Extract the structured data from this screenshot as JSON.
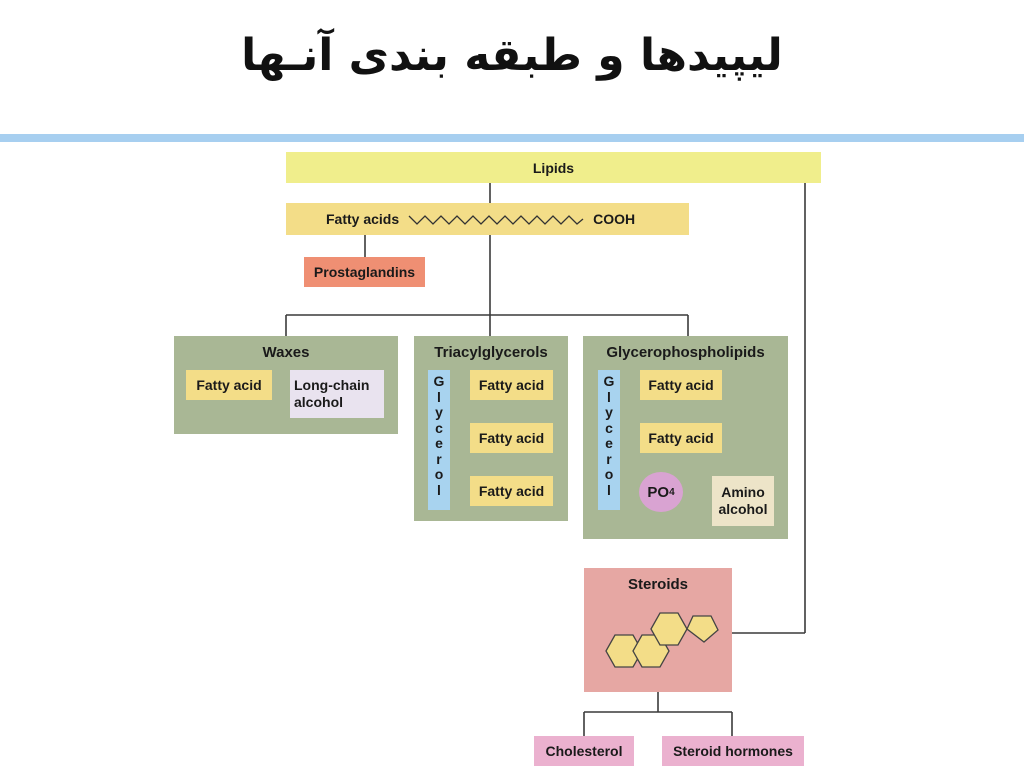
{
  "slide": {
    "title": "لیپیدها و طبقه بندی آنـها",
    "colors": {
      "accent_rule": "#a7cff0",
      "lipid_box": "#f0ee8c",
      "fatty": "#f3dd88",
      "panel": "#a9b795",
      "steroid": "#e6a7a3",
      "pink": "#ebb1cf",
      "prostaglandin": "#ef8f73",
      "glycerol": "#a8d3ef",
      "po4": "#d9a3d2",
      "cream": "#ede4c8",
      "lavender": "#e9e3ef"
    }
  },
  "diagram": {
    "lipids": "Lipids",
    "fatty_acids": {
      "label": "Fatty acids",
      "end": "COOH"
    },
    "prostaglandins": "Prostaglandins",
    "waxes": {
      "title": "Waxes",
      "fatty_acid": "Fatty acid",
      "alcohol": "Long-chain alcohol"
    },
    "triacylglycerols": {
      "title": "Triacylglycerols",
      "glycerol_letters": [
        "G",
        "l",
        "y",
        "c",
        "e",
        "r",
        "o",
        "l"
      ],
      "acids": [
        "Fatty acid",
        "Fatty acid",
        "Fatty acid"
      ]
    },
    "glycerophospholipids": {
      "title": "Glycerophospholipids",
      "glycerol_letters": [
        "G",
        "l",
        "y",
        "c",
        "e",
        "r",
        "o",
        "l"
      ],
      "acids": [
        "Fatty acid",
        "Fatty acid"
      ],
      "po4": "PO",
      "po4_sub": "4",
      "amino_alcohol": "Amino alcohol"
    },
    "steroids": {
      "title": "Steroids",
      "ring_icon": "steroid-ring-icon"
    },
    "cholesterol": "Cholesterol",
    "steroid_hormones": "Steroid hormones"
  }
}
